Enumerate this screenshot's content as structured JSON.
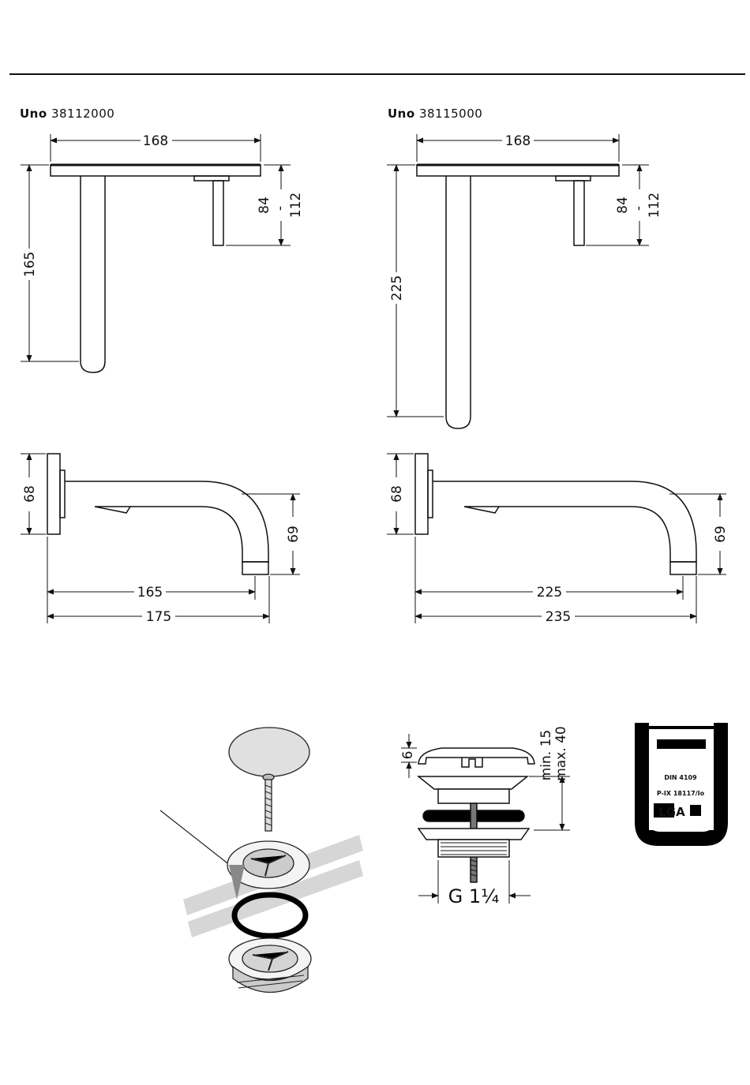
{
  "header": {
    "left_model_name": "Uno",
    "left_model_number": "38112000",
    "right_model_name": "Uno",
    "right_model_number": "38115000"
  },
  "left_top_view": {
    "width": "168",
    "spout_length": "165",
    "handle_min": "84",
    "handle_sep": "-",
    "handle_max": "112"
  },
  "right_top_view": {
    "width": "168",
    "spout_length": "225",
    "handle_min": "84",
    "handle_sep": "-",
    "handle_max": "112"
  },
  "left_side_view": {
    "plate_height": "68",
    "outlet_height": "69",
    "projection_inner": "165",
    "projection_total": "175"
  },
  "right_side_view": {
    "plate_height": "68",
    "outlet_height": "69",
    "projection_inner": "225",
    "projection_total": "235"
  },
  "waste_section": {
    "cap_height": "6",
    "range_min": "min. 15",
    "range_max": "max. 40",
    "thread": "G 1¼"
  },
  "certification_badge": {
    "line1": "DIN 4109",
    "line2": "P-IX 18117/Io",
    "logo": "LGA"
  }
}
